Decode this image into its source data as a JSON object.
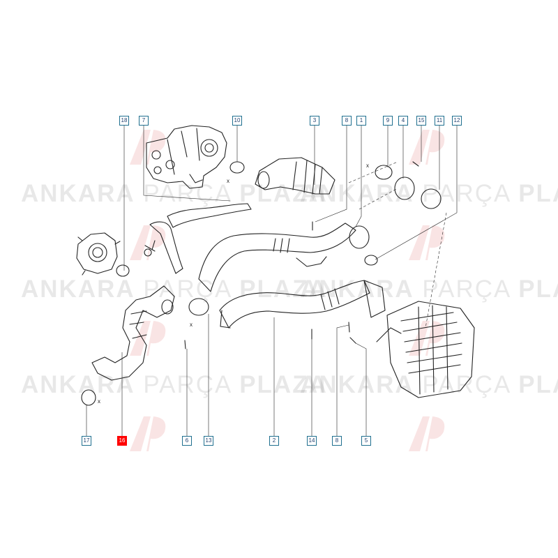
{
  "watermark": {
    "word1": "ANKARA",
    "word2": "PARÇA",
    "word3": "PLAZA"
  },
  "callouts": {
    "c18top": "18",
    "c7": "7",
    "c10": "10",
    "c3": "3",
    "c8top": "8",
    "c1": "1",
    "c9": "9",
    "c4": "4",
    "c15": "15",
    "c11": "11",
    "c12": "12",
    "c17": "17",
    "c16": "16",
    "c6": "6",
    "c13": "13",
    "c2": "2",
    "c14": "14",
    "c8bottom": "8",
    "c5": "5"
  },
  "highlight_color": "#ff0000",
  "line_color": "#1f6f8f"
}
